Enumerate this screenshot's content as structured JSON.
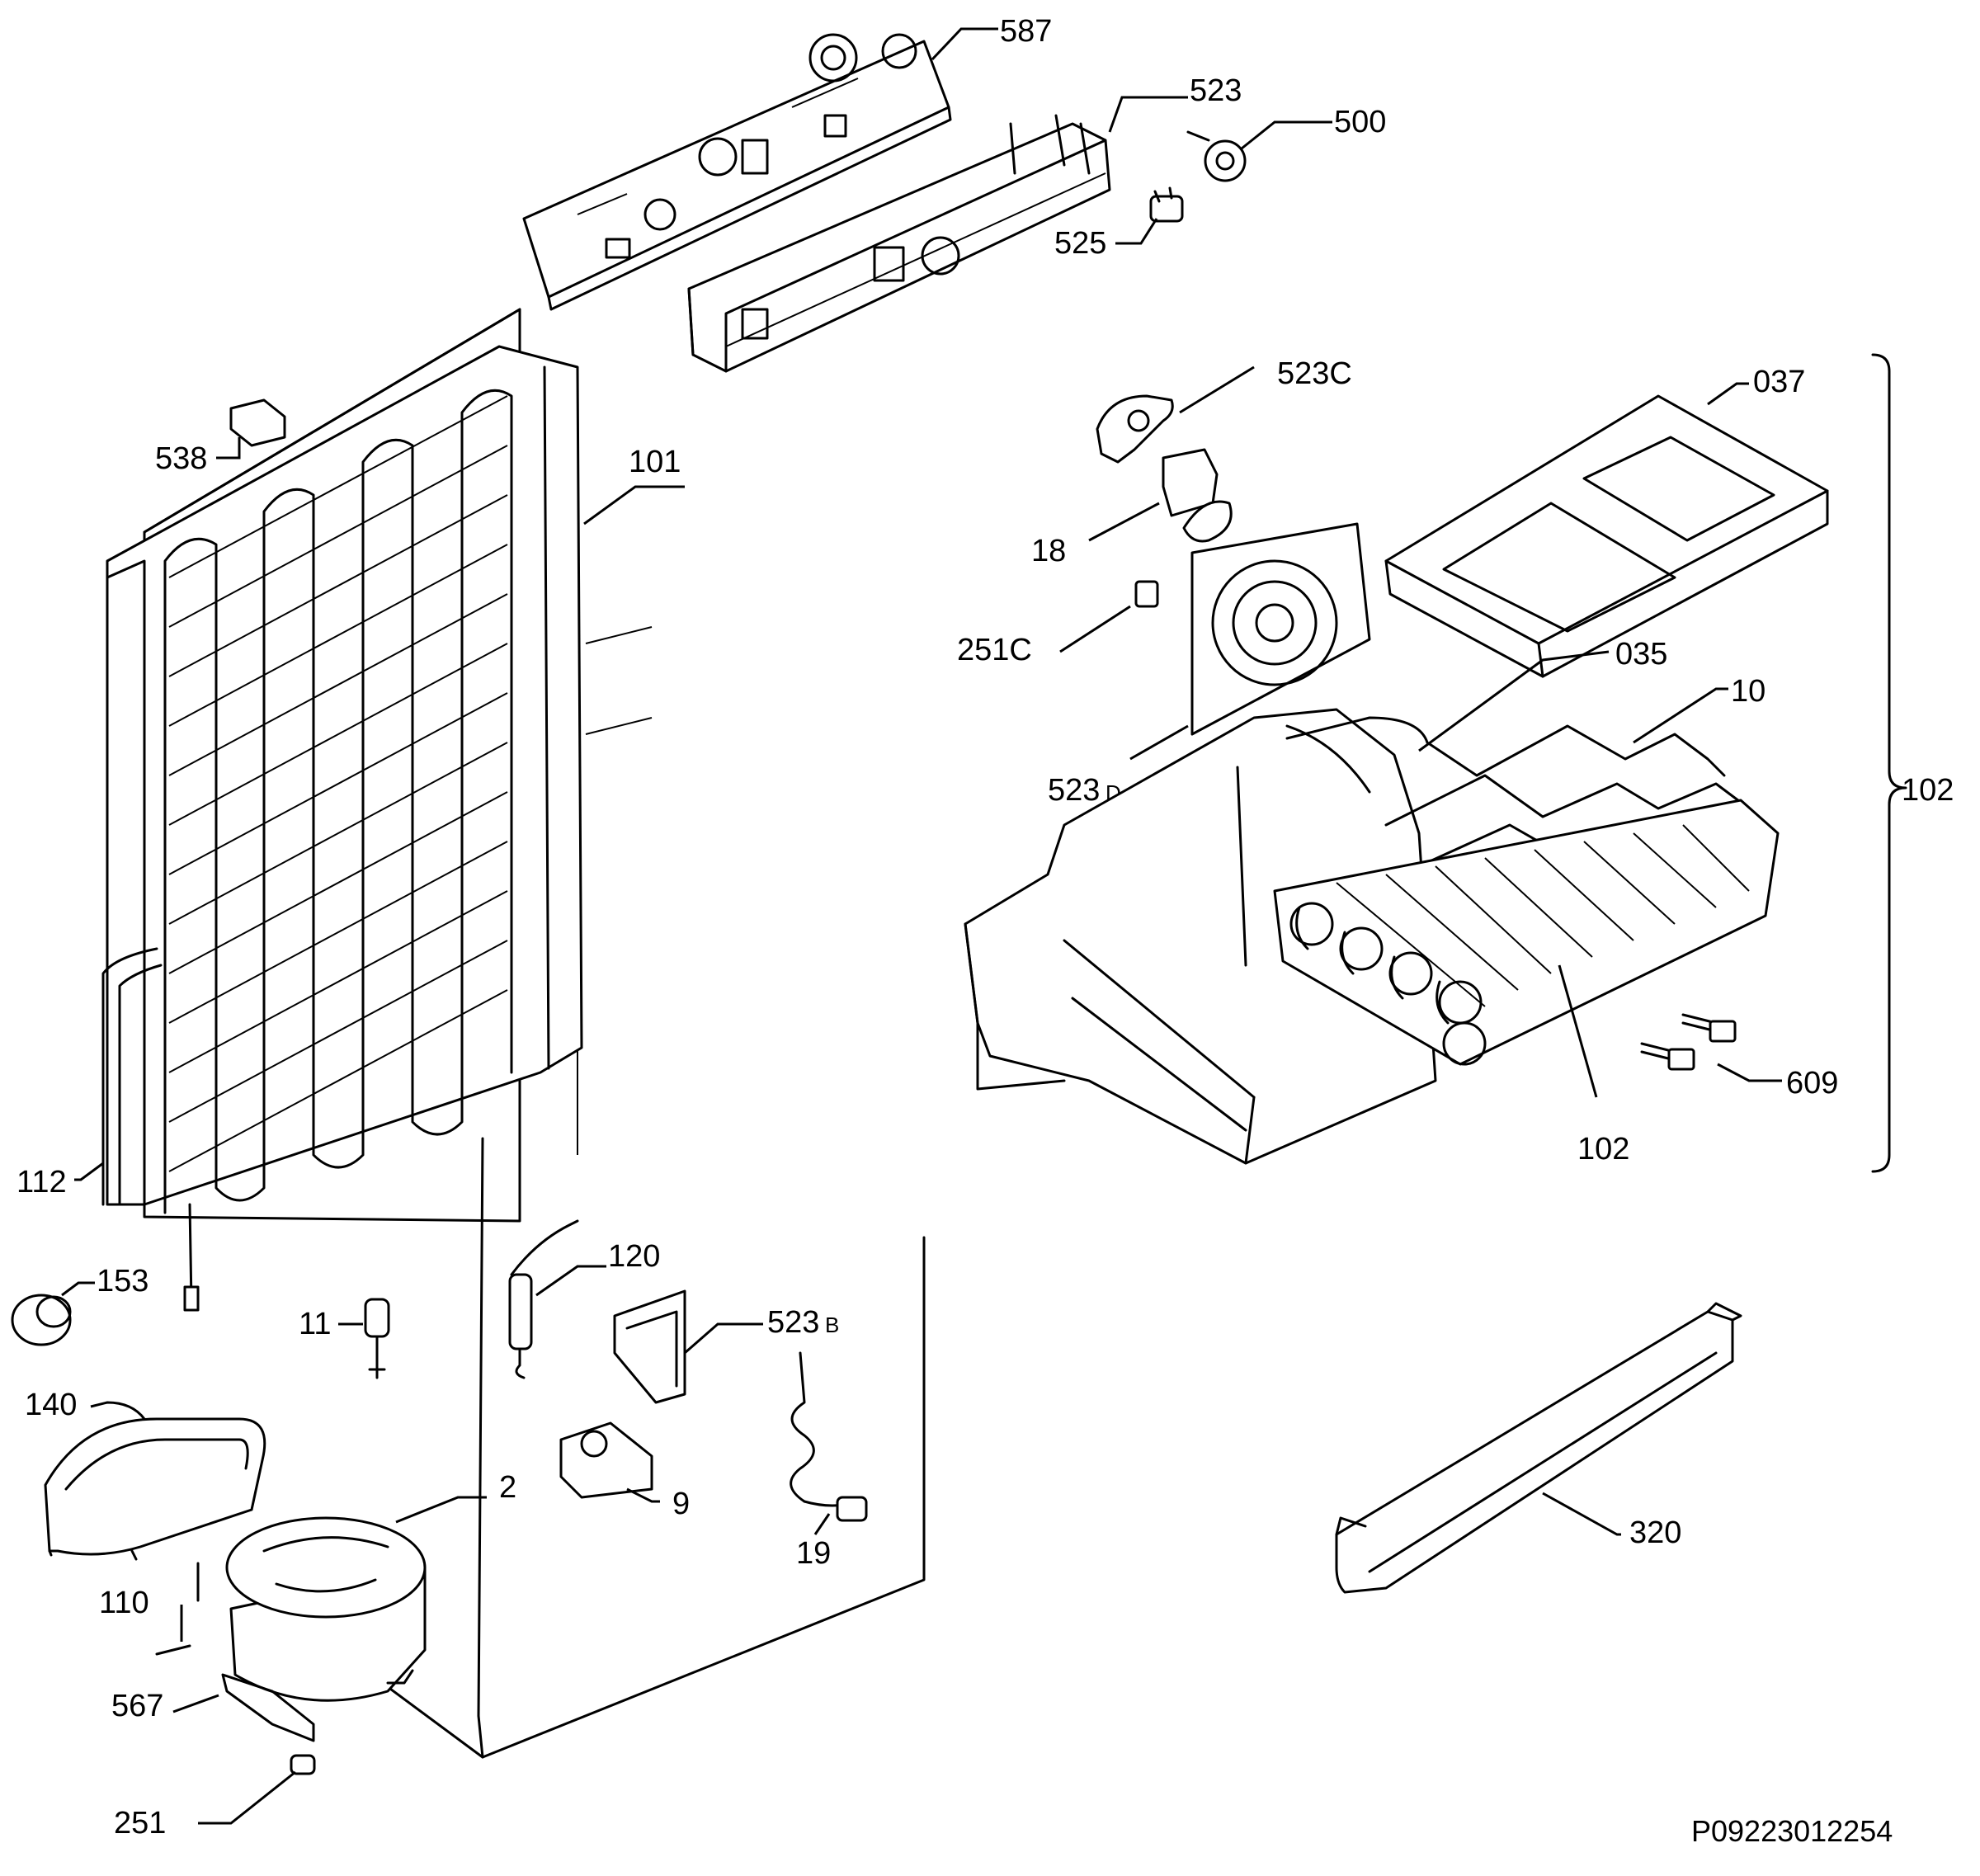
{
  "drawing_code": "P09223012254",
  "labels": {
    "l587": "587",
    "l523": "523",
    "l500": "500",
    "l525": "525",
    "l538": "538",
    "l101": "101",
    "l523C": "523C",
    "l037": "037",
    "l18": "18",
    "l251C": "251C",
    "l035": "035",
    "l10": "10",
    "l523D_main": "523",
    "l523D_sub": "D",
    "l102_bracket": "102",
    "l102_evap": "102",
    "l609": "609",
    "l112": "112",
    "l153": "153",
    "l11": "11",
    "l120": "120",
    "l523B_main": "523",
    "l523B_sub": "B",
    "l140": "140",
    "l2": "2",
    "l9": "9",
    "l19": "19",
    "l110": "110",
    "l567": "567",
    "l251": "251",
    "l320": "320"
  }
}
